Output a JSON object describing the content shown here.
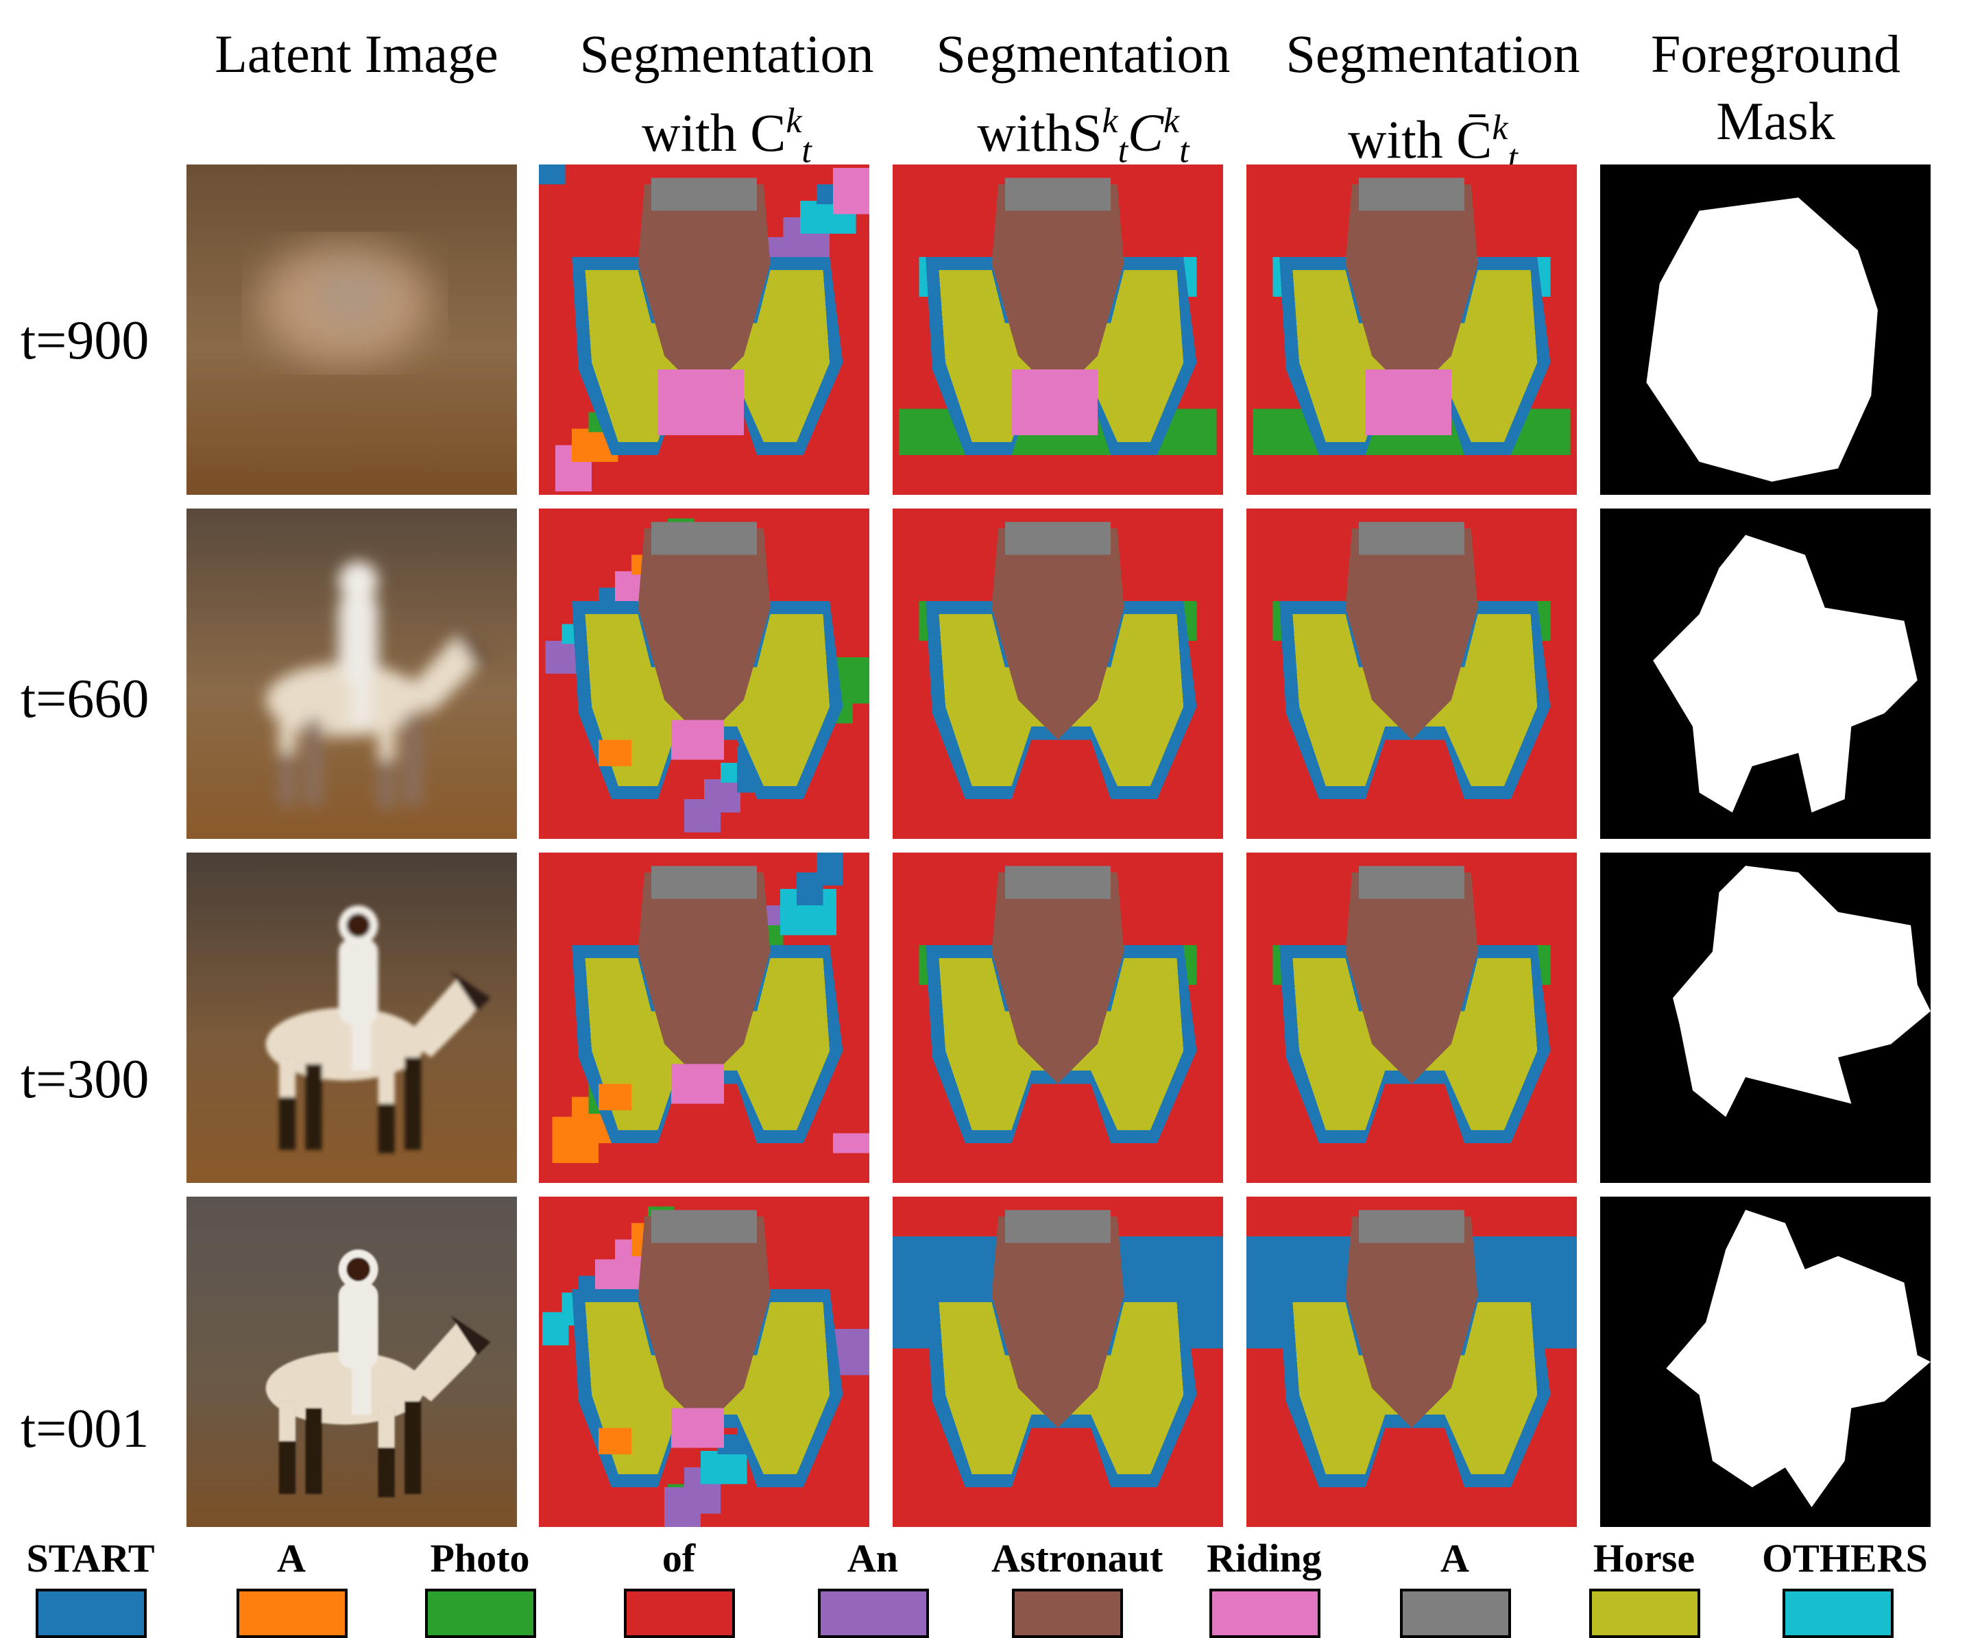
{
  "columns": [
    {
      "line1": "Latent Image",
      "line2": ""
    },
    {
      "line1": "Segmentation",
      "line2": "with C",
      "sup": "k",
      "sub": "t"
    },
    {
      "line1": "Segmentation",
      "line2": "withS",
      "sup": "k",
      "sub": "t",
      "extra": "C",
      "sup2": "k",
      "sub2": "t"
    },
    {
      "line1": "Segmentation",
      "line2": "with C̄",
      "sup": "k",
      "sub": "t"
    },
    {
      "line1": "Foreground",
      "line2": "Mask"
    }
  ],
  "rows": [
    {
      "label": "t=900"
    },
    {
      "label": "t=660"
    },
    {
      "label": "t=300"
    },
    {
      "label": "t=001"
    }
  ],
  "legend": [
    {
      "label": "START",
      "color": "#1f77b4"
    },
    {
      "label": "A",
      "color": "#ff7f0e"
    },
    {
      "label": "Photo",
      "color": "#2ca02c"
    },
    {
      "label": "of",
      "color": "#d62728"
    },
    {
      "label": "An",
      "color": "#9467bd"
    },
    {
      "label": "Astronaut",
      "color": "#8c564b"
    },
    {
      "label": "Riding",
      "color": "#e377c2"
    },
    {
      "label": "A",
      "color": "#7f7f7f"
    },
    {
      "label": "Horse",
      "color": "#bcbd22"
    },
    {
      "label": "OTHERS",
      "color": "#17becf"
    }
  ]
}
